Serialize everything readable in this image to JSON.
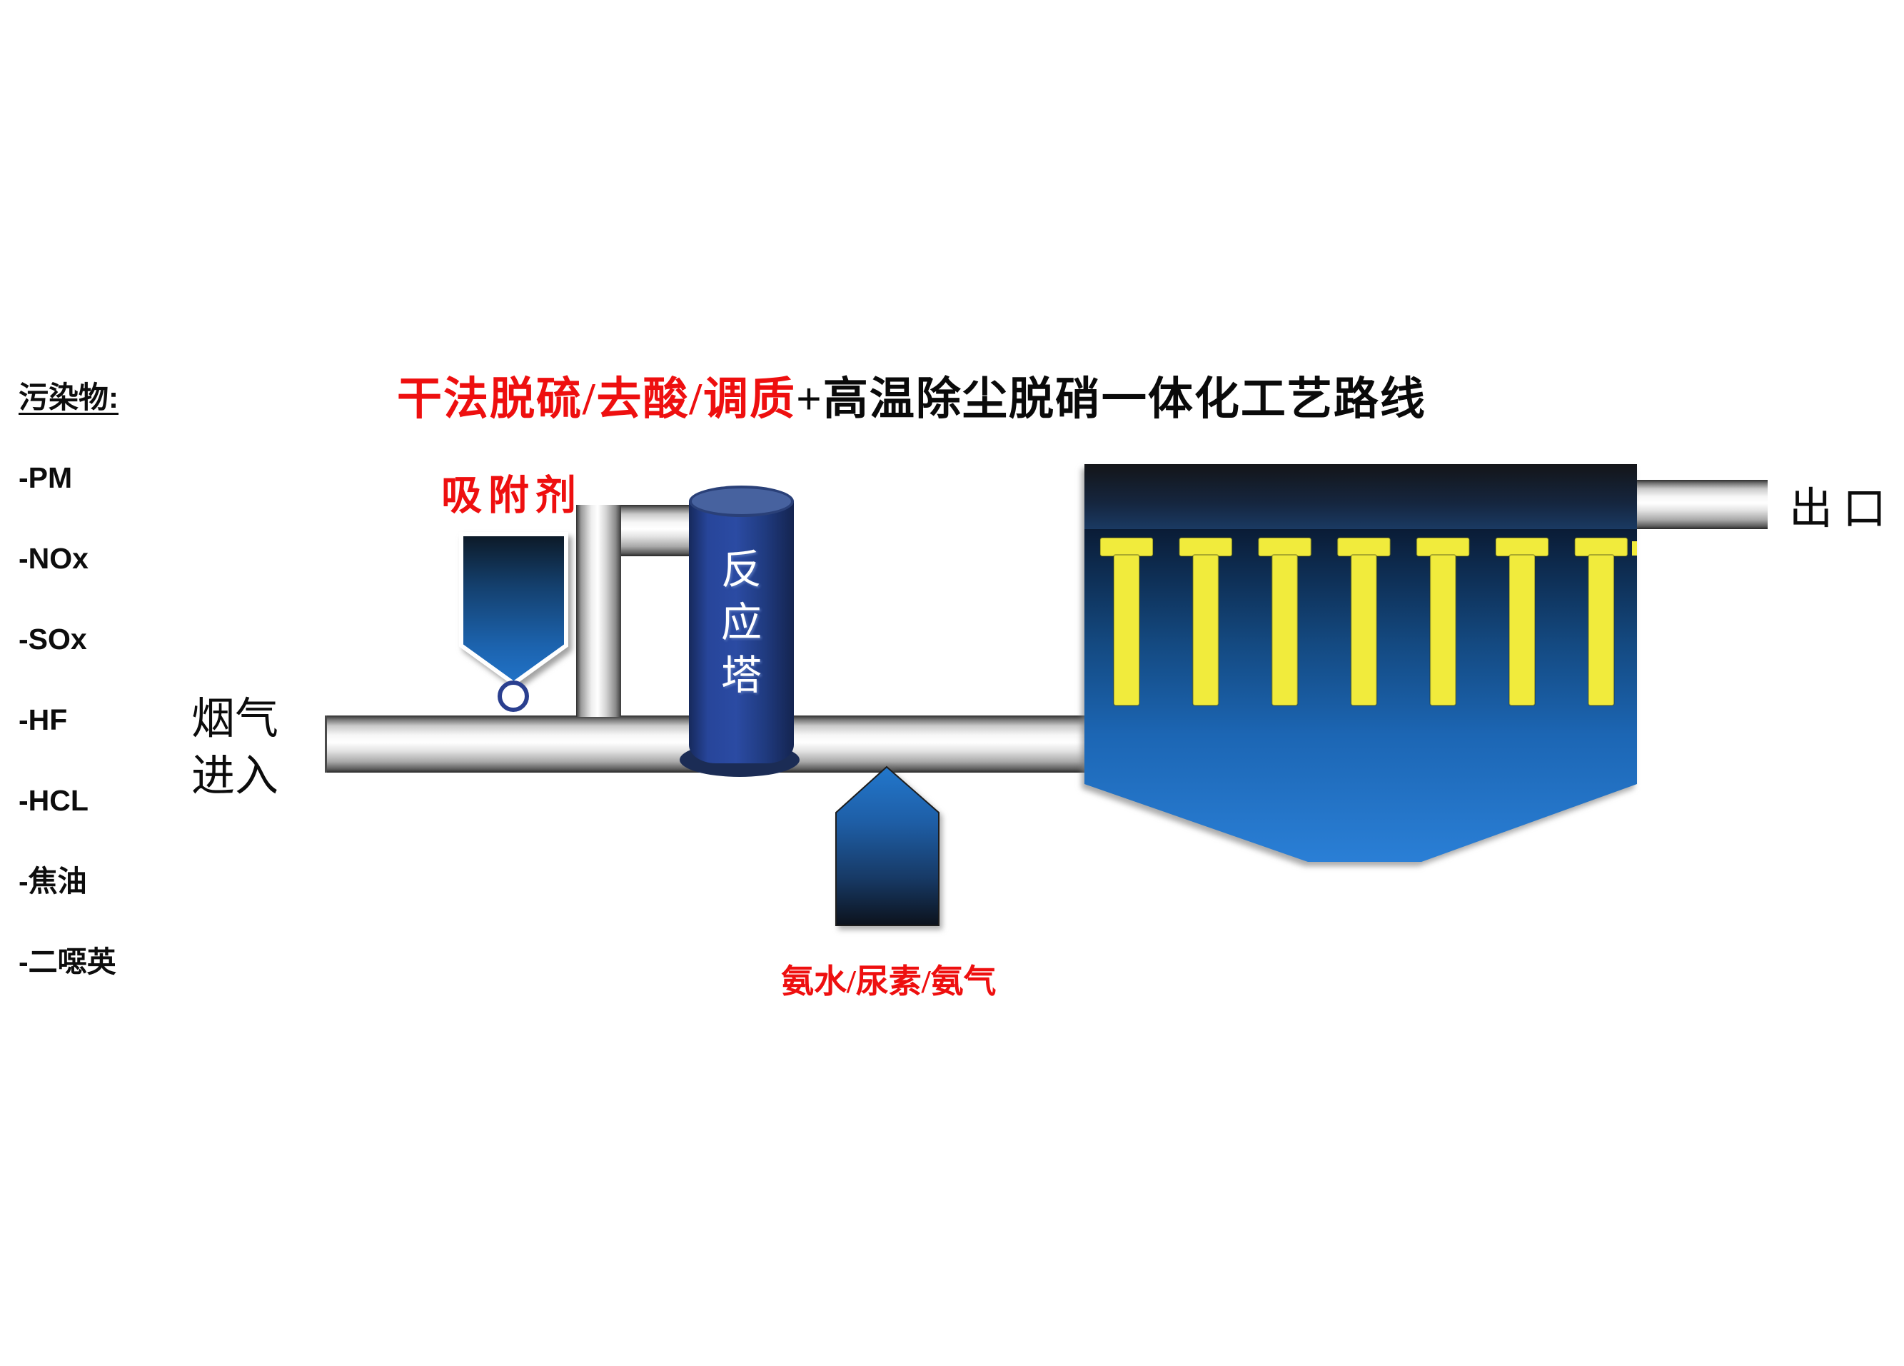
{
  "title": {
    "red_part": "干法脱硫/去酸/调质",
    "plus": "+",
    "black_part": "高温除尘脱硝一体化工艺路线"
  },
  "pollutants_panel": {
    "heading": "污染物:",
    "items": [
      "-PM",
      "-NOx",
      "-SOx",
      "-HF",
      "-HCL",
      "-焦油",
      "-二噁英"
    ]
  },
  "flue_gas_inlet_label": {
    "line1": "烟气",
    "line2": "进入"
  },
  "adsorbent_label": "吸附剂",
  "reaction_tower_label": {
    "char1": "反",
    "char2": "应",
    "char3": "塔"
  },
  "ammonia_label": "氨水/尿素/氨气",
  "outlet_label": "出口",
  "filter_unit": {
    "candle_count": 7,
    "candle_color": "#f1eb3c"
  },
  "colors": {
    "accent_red": "#ee0f0f",
    "text_black": "#0d0d0d",
    "equipment_navy": "#203b80",
    "equipment_blue_bright": "#2a7fd6",
    "candle_yellow": "#f1eb3c",
    "pipe_gray": "#d9d9d9"
  }
}
